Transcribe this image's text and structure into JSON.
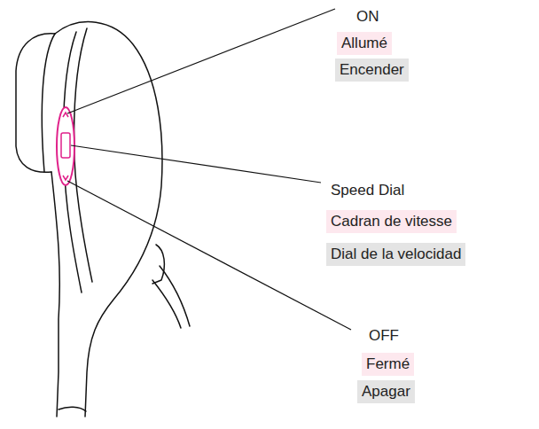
{
  "diagram": {
    "labels": [
      "ON",
      "Allumé",
      "Encender",
      "Speed Dial",
      "Cadran de vitesse",
      "Dial de la velocidad",
      "OFF",
      "Fermé",
      "Apagar"
    ]
  }
}
